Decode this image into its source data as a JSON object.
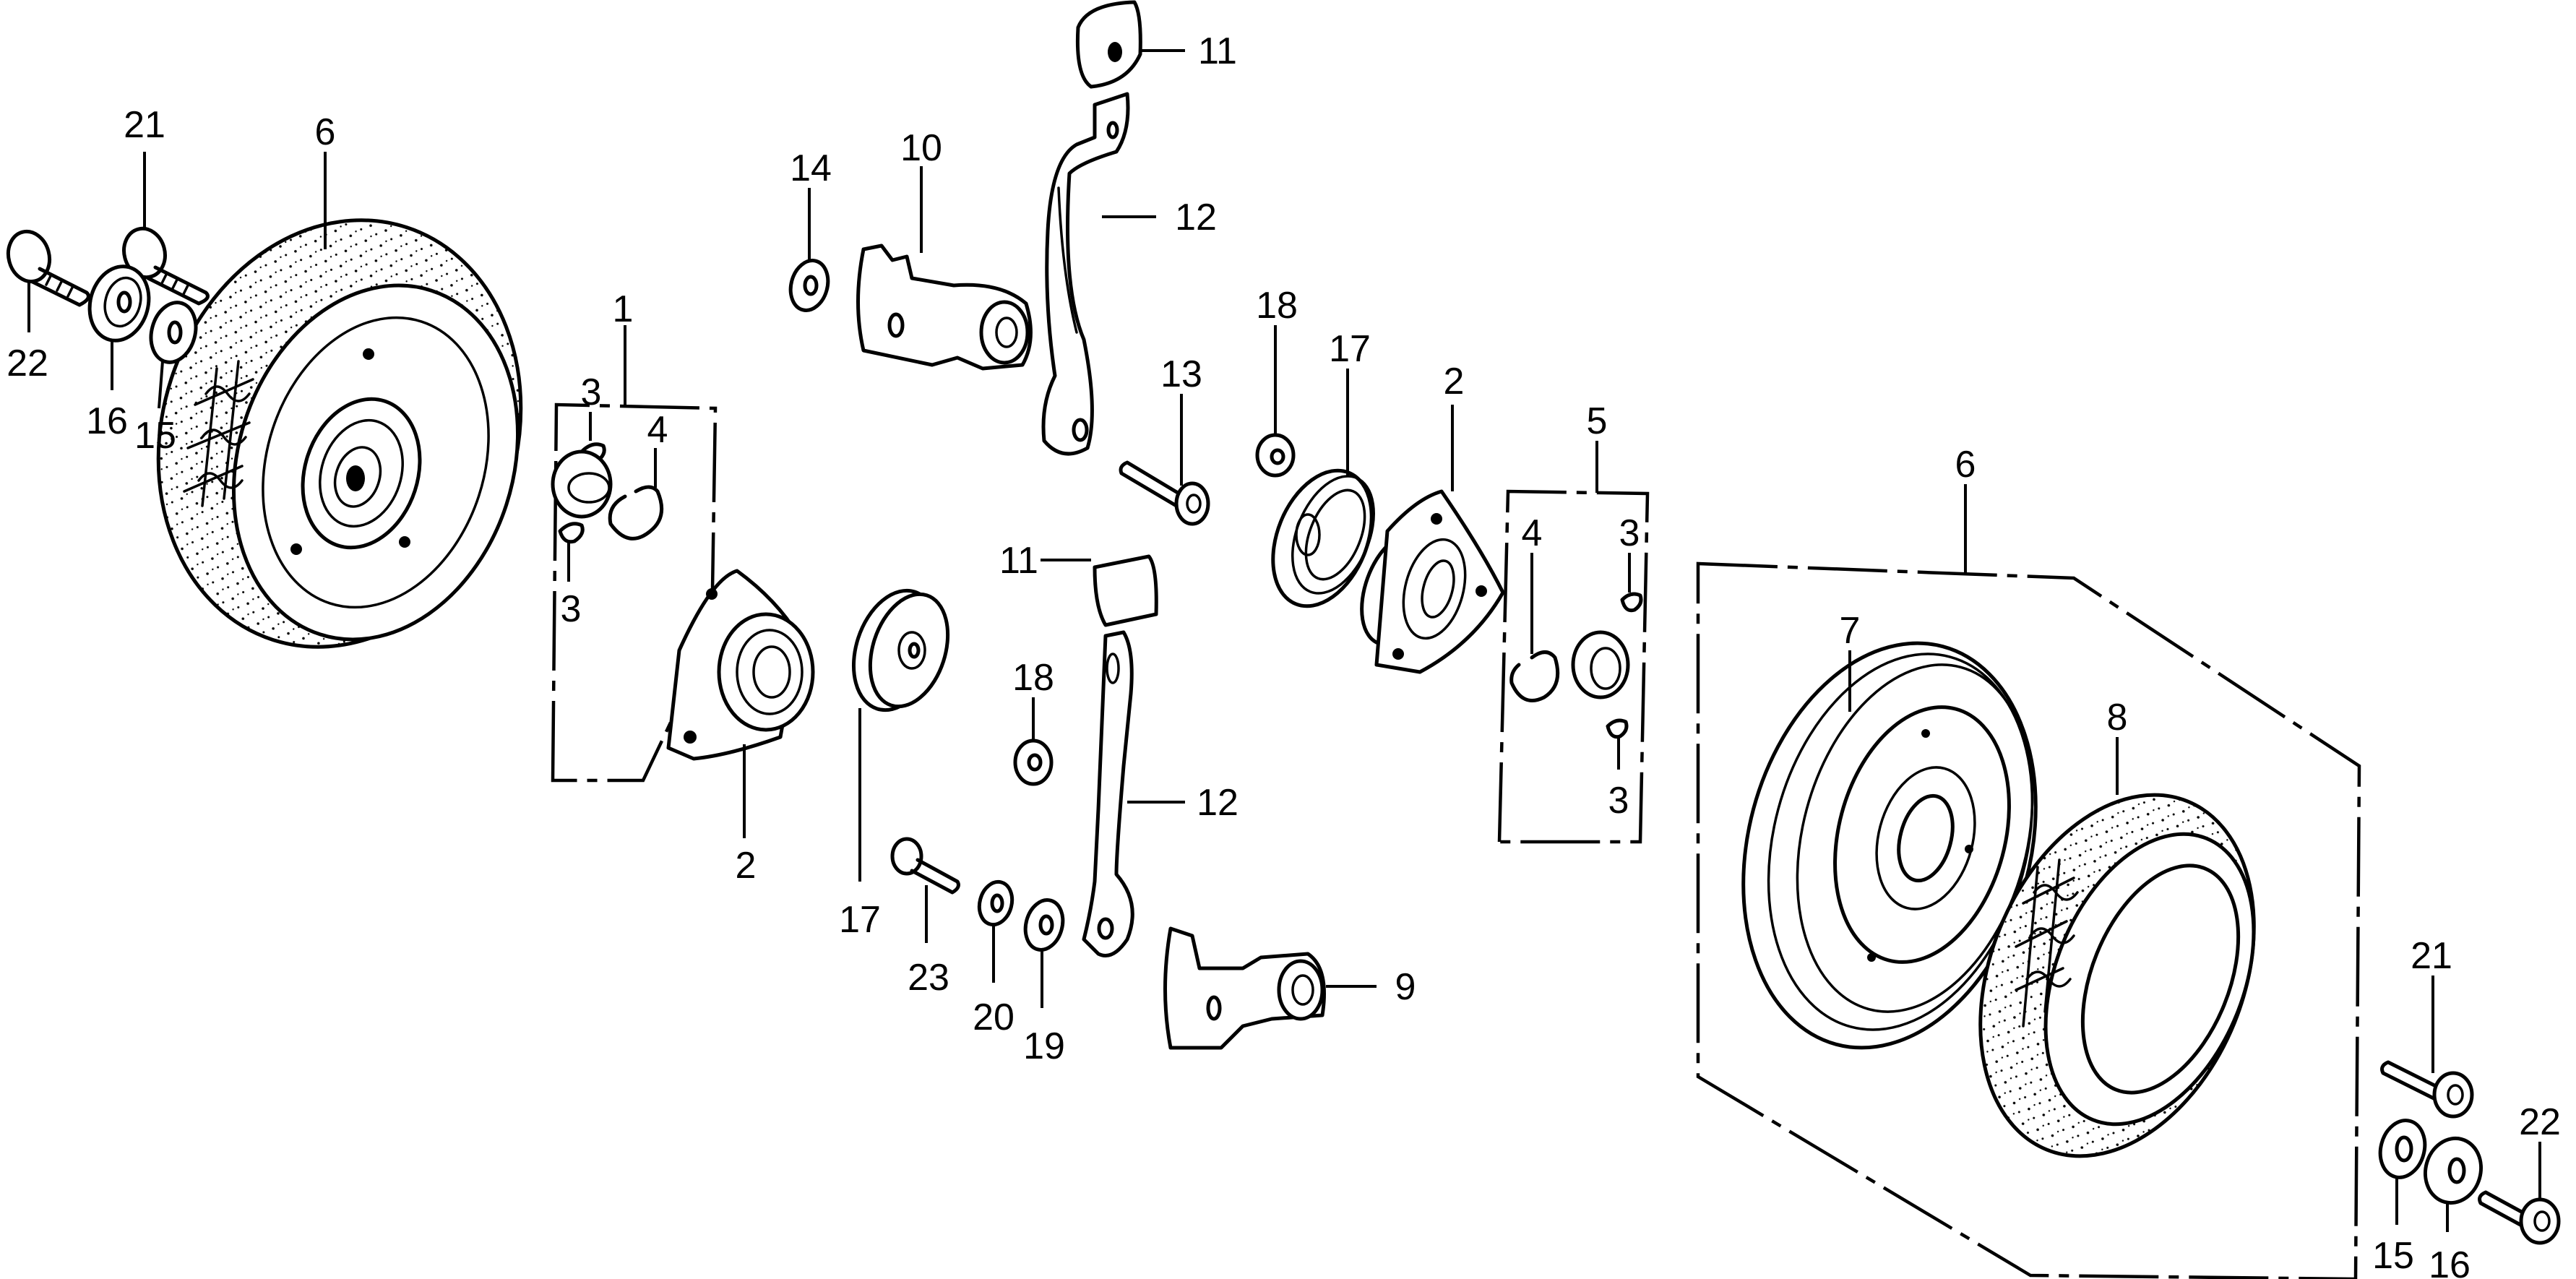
{
  "diagram": {
    "type": "exploded-parts-diagram",
    "labels": {
      "kit_left": "1",
      "housing_left": "2",
      "housing_right": "2",
      "retainer_left_top": "3",
      "retainer_left_bottom": "3",
      "retainer_right_top": "3",
      "retainer_right_bottom": "3",
      "snap_ring_left": "4",
      "snap_ring_right": "4",
      "kit_right": "5",
      "wheel_left": "6",
      "wheel_right": "6",
      "rim": "7",
      "tire": "8",
      "bracket_lower": "9",
      "bracket_upper": "10",
      "cap_top": "11",
      "cap_lower": "11",
      "arm_upper": "12",
      "arm_lower": "12",
      "bolt_13": "13",
      "washer_14": "14",
      "washer_15_left": "15",
      "washer_15_right": "15",
      "collar_16_left": "16",
      "collar_16_right": "16",
      "pulley_17_left": "17",
      "pulley_17_right": "17",
      "nut_18_upper": "18",
      "nut_18_lower": "18",
      "washer_19": "19",
      "washer_20": "20",
      "bolt_21_left": "21",
      "bolt_21_right": "21",
      "bolt_22_left": "22",
      "bolt_22_right": "22",
      "bolt_23": "23"
    },
    "colors": {
      "ink": "#000000",
      "paper": "#ffffff"
    }
  }
}
